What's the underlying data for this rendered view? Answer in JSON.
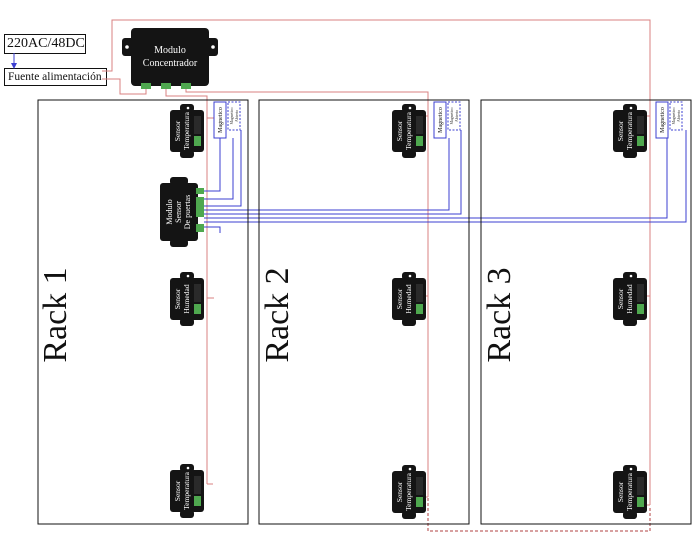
{
  "power": {
    "input_label": "220AC/48DC",
    "supply_label": "Fuente alimentación"
  },
  "concentrator": {
    "line1": "Modulo",
    "line2": "Concentrador"
  },
  "door_module": {
    "line1": "Modulo",
    "line2": "Sensor",
    "line3": "De puertas"
  },
  "racks": [
    {
      "label": "Rack 1",
      "temp_top": {
        "line1": "Sensor",
        "line2": "Temperatura"
      },
      "humidity": {
        "line1": "Sensor",
        "line2": "Humedad"
      },
      "temp_bottom": {
        "line1": "Sensor",
        "line2": "Temperatura"
      },
      "magnetic": {
        "label": "Magnetico",
        "caption_1": "Magnetico",
        "caption_2": "Abierto"
      }
    },
    {
      "label": "Rack 2",
      "temp_top": {
        "line1": "Sensor",
        "line2": "Temperatura"
      },
      "humidity": {
        "line1": "Sensor",
        "line2": "Humedad"
      },
      "temp_bottom": {
        "line1": "Sensor",
        "line2": "Temperatura"
      },
      "magnetic": {
        "label": "Magnetico",
        "caption_1": "Magnetico",
        "caption_2": "Abierto"
      }
    },
    {
      "label": "Rack 3",
      "temp_top": {
        "line1": "Sensor",
        "line2": "Temperatura"
      },
      "humidity": {
        "line1": "Sensor",
        "line2": "Humedad"
      },
      "temp_bottom": {
        "line1": "Sensor",
        "line2": "Temperatura"
      },
      "magnetic": {
        "label": "Magnetico",
        "caption_1": "Magnetico",
        "caption_2": "Abierto"
      }
    }
  ],
  "colors": {
    "power_wire": "#d88080",
    "data_wire": "#3b3fd0",
    "module_body": "#141414",
    "terminal": "#4fa84f",
    "rack_outline": "#111111"
  }
}
